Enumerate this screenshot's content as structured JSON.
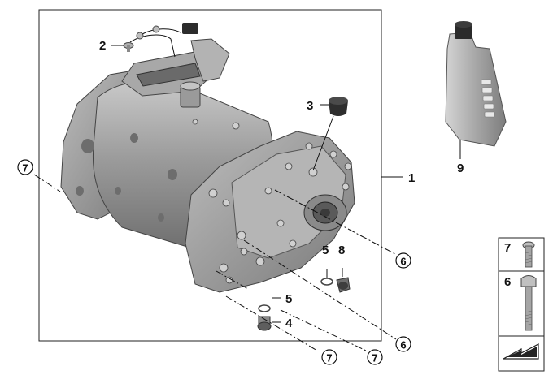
{
  "callouts": {
    "c1": "1",
    "c2": "2",
    "c3": "3",
    "c4": "4",
    "c5a": "5",
    "c5b": "5",
    "c6a": "6",
    "c6b": "6",
    "c7a": "7",
    "c7b": "7",
    "c7c": "7",
    "c8": "8",
    "c9": "9"
  },
  "legend": {
    "item7": "7",
    "item6": "6"
  },
  "icons": {
    "nav": "arrow-right-icon"
  }
}
